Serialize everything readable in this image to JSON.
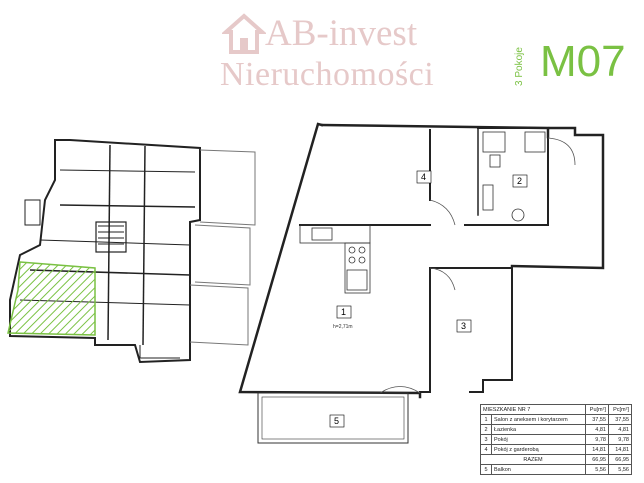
{
  "brand": {
    "line1": "AB-invest",
    "line2": "Nieruchomości",
    "accent_color": "#7ac143",
    "watermark_color": "#e6c9c9"
  },
  "apartment": {
    "code": "M07",
    "rooms_label": "3 Pokoje"
  },
  "plan": {
    "rooms": [
      "1",
      "2",
      "3",
      "4",
      "5"
    ],
    "height_label": "h=2,71m"
  },
  "table": {
    "title": "MIESZKANIE NR 7",
    "col_pu": "Pu[m²]",
    "col_pc": "Pc[m²]",
    "rows": [
      {
        "n": "1",
        "name": "Salon z aneksem i korytarzem",
        "pu": "37,55",
        "pc": "37,55"
      },
      {
        "n": "2",
        "name": "Łazienka",
        "pu": "4,81",
        "pc": "4,81"
      },
      {
        "n": "3",
        "name": "Pokój",
        "pu": "9,78",
        "pc": "9,78"
      },
      {
        "n": "4",
        "name": "Pokój z garderobą",
        "pu": "14,81",
        "pc": "14,81"
      }
    ],
    "total_label": "RAZEM",
    "total_pu": "66,95",
    "total_pc": "66,95",
    "balcony": {
      "n": "5",
      "name": "Balkon",
      "pu": "5,56",
      "pc": "5,56"
    }
  }
}
